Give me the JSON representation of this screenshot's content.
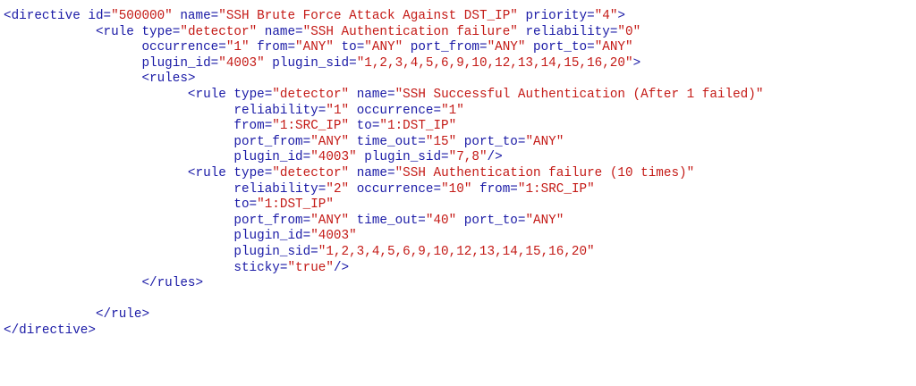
{
  "document": {
    "lines": [
      [
        [
          "tag",
          "<directive"
        ],
        [
          "attr",
          " id="
        ],
        [
          "str",
          "\"500000\""
        ],
        [
          "attr",
          " name="
        ],
        [
          "str",
          "\"SSH Brute Force Attack Against DST_IP\""
        ],
        [
          "attr",
          " priority="
        ],
        [
          "str",
          "\"4\""
        ],
        [
          "tag",
          ">"
        ]
      ],
      [
        [
          "txt",
          "            "
        ],
        [
          "tag",
          "<rule"
        ],
        [
          "attr",
          " type="
        ],
        [
          "str",
          "\"detector\""
        ],
        [
          "attr",
          " name="
        ],
        [
          "str",
          "\"SSH Authentication failure\""
        ],
        [
          "attr",
          " reliability="
        ],
        [
          "str",
          "\"0\""
        ]
      ],
      [
        [
          "txt",
          "                  "
        ],
        [
          "attr",
          "occurrence="
        ],
        [
          "str",
          "\"1\""
        ],
        [
          "attr",
          " from="
        ],
        [
          "str",
          "\"ANY\""
        ],
        [
          "attr",
          " to="
        ],
        [
          "str",
          "\"ANY\""
        ],
        [
          "attr",
          " port_from="
        ],
        [
          "str",
          "\"ANY\""
        ],
        [
          "attr",
          " port_to="
        ],
        [
          "str",
          "\"ANY\""
        ]
      ],
      [
        [
          "txt",
          "                  "
        ],
        [
          "attr",
          "plugin_id="
        ],
        [
          "str",
          "\"4003\""
        ],
        [
          "attr",
          " plugin_sid="
        ],
        [
          "str",
          "\"1,2,3,4,5,6,9,10,12,13,14,15,16,20\""
        ],
        [
          "tag",
          ">"
        ]
      ],
      [
        [
          "txt",
          "                  "
        ],
        [
          "tag",
          "<rules>"
        ]
      ],
      [
        [
          "txt",
          "                        "
        ],
        [
          "tag",
          "<rule"
        ],
        [
          "attr",
          " type="
        ],
        [
          "str",
          "\"detector\""
        ],
        [
          "attr",
          " name="
        ],
        [
          "str",
          "\"SSH Successful Authentication (After 1 failed)\""
        ]
      ],
      [
        [
          "txt",
          "                              "
        ],
        [
          "attr",
          "reliability="
        ],
        [
          "str",
          "\"1\""
        ],
        [
          "attr",
          " occurrence="
        ],
        [
          "str",
          "\"1\""
        ]
      ],
      [
        [
          "txt",
          "                              "
        ],
        [
          "attr",
          "from="
        ],
        [
          "str",
          "\"1:SRC_IP\""
        ],
        [
          "attr",
          " to="
        ],
        [
          "str",
          "\"1:DST_IP\""
        ]
      ],
      [
        [
          "txt",
          "                              "
        ],
        [
          "attr",
          "port_from="
        ],
        [
          "str",
          "\"ANY\""
        ],
        [
          "attr",
          " time_out="
        ],
        [
          "str",
          "\"15\""
        ],
        [
          "attr",
          " port_to="
        ],
        [
          "str",
          "\"ANY\""
        ]
      ],
      [
        [
          "txt",
          "                              "
        ],
        [
          "attr",
          "plugin_id="
        ],
        [
          "str",
          "\"4003\""
        ],
        [
          "attr",
          " plugin_sid="
        ],
        [
          "str",
          "\"7,8\""
        ],
        [
          "tag",
          "/>"
        ]
      ],
      [
        [
          "txt",
          "                        "
        ],
        [
          "tag",
          "<rule"
        ],
        [
          "attr",
          " type="
        ],
        [
          "str",
          "\"detector\""
        ],
        [
          "attr",
          " name="
        ],
        [
          "str",
          "\"SSH Authentication failure (10 times)\""
        ]
      ],
      [
        [
          "txt",
          "                              "
        ],
        [
          "attr",
          "reliability="
        ],
        [
          "str",
          "\"2\""
        ],
        [
          "attr",
          " occurrence="
        ],
        [
          "str",
          "\"10\""
        ],
        [
          "attr",
          " from="
        ],
        [
          "str",
          "\"1:SRC_IP\""
        ]
      ],
      [
        [
          "txt",
          "                              "
        ],
        [
          "attr",
          "to="
        ],
        [
          "str",
          "\"1:DST_IP\""
        ]
      ],
      [
        [
          "txt",
          "                              "
        ],
        [
          "attr",
          "port_from="
        ],
        [
          "str",
          "\"ANY\""
        ],
        [
          "attr",
          " time_out="
        ],
        [
          "str",
          "\"40\""
        ],
        [
          "attr",
          " port_to="
        ],
        [
          "str",
          "\"ANY\""
        ]
      ],
      [
        [
          "txt",
          "                              "
        ],
        [
          "attr",
          "plugin_id="
        ],
        [
          "str",
          "\"4003\""
        ]
      ],
      [
        [
          "txt",
          "                              "
        ],
        [
          "attr",
          "plugin_sid="
        ],
        [
          "str",
          "\"1,2,3,4,5,6,9,10,12,13,14,15,16,20\""
        ]
      ],
      [
        [
          "txt",
          "                              "
        ],
        [
          "attr",
          "sticky="
        ],
        [
          "str",
          "\"true\""
        ],
        [
          "tag",
          "/>"
        ]
      ],
      [
        [
          "txt",
          "                  "
        ],
        [
          "tag",
          "</rules>"
        ]
      ],
      [
        [
          "txt",
          ""
        ]
      ],
      [
        [
          "txt",
          "            "
        ],
        [
          "tag",
          "</rule>"
        ]
      ],
      [
        [
          "tag",
          "</directive>"
        ]
      ]
    ]
  }
}
